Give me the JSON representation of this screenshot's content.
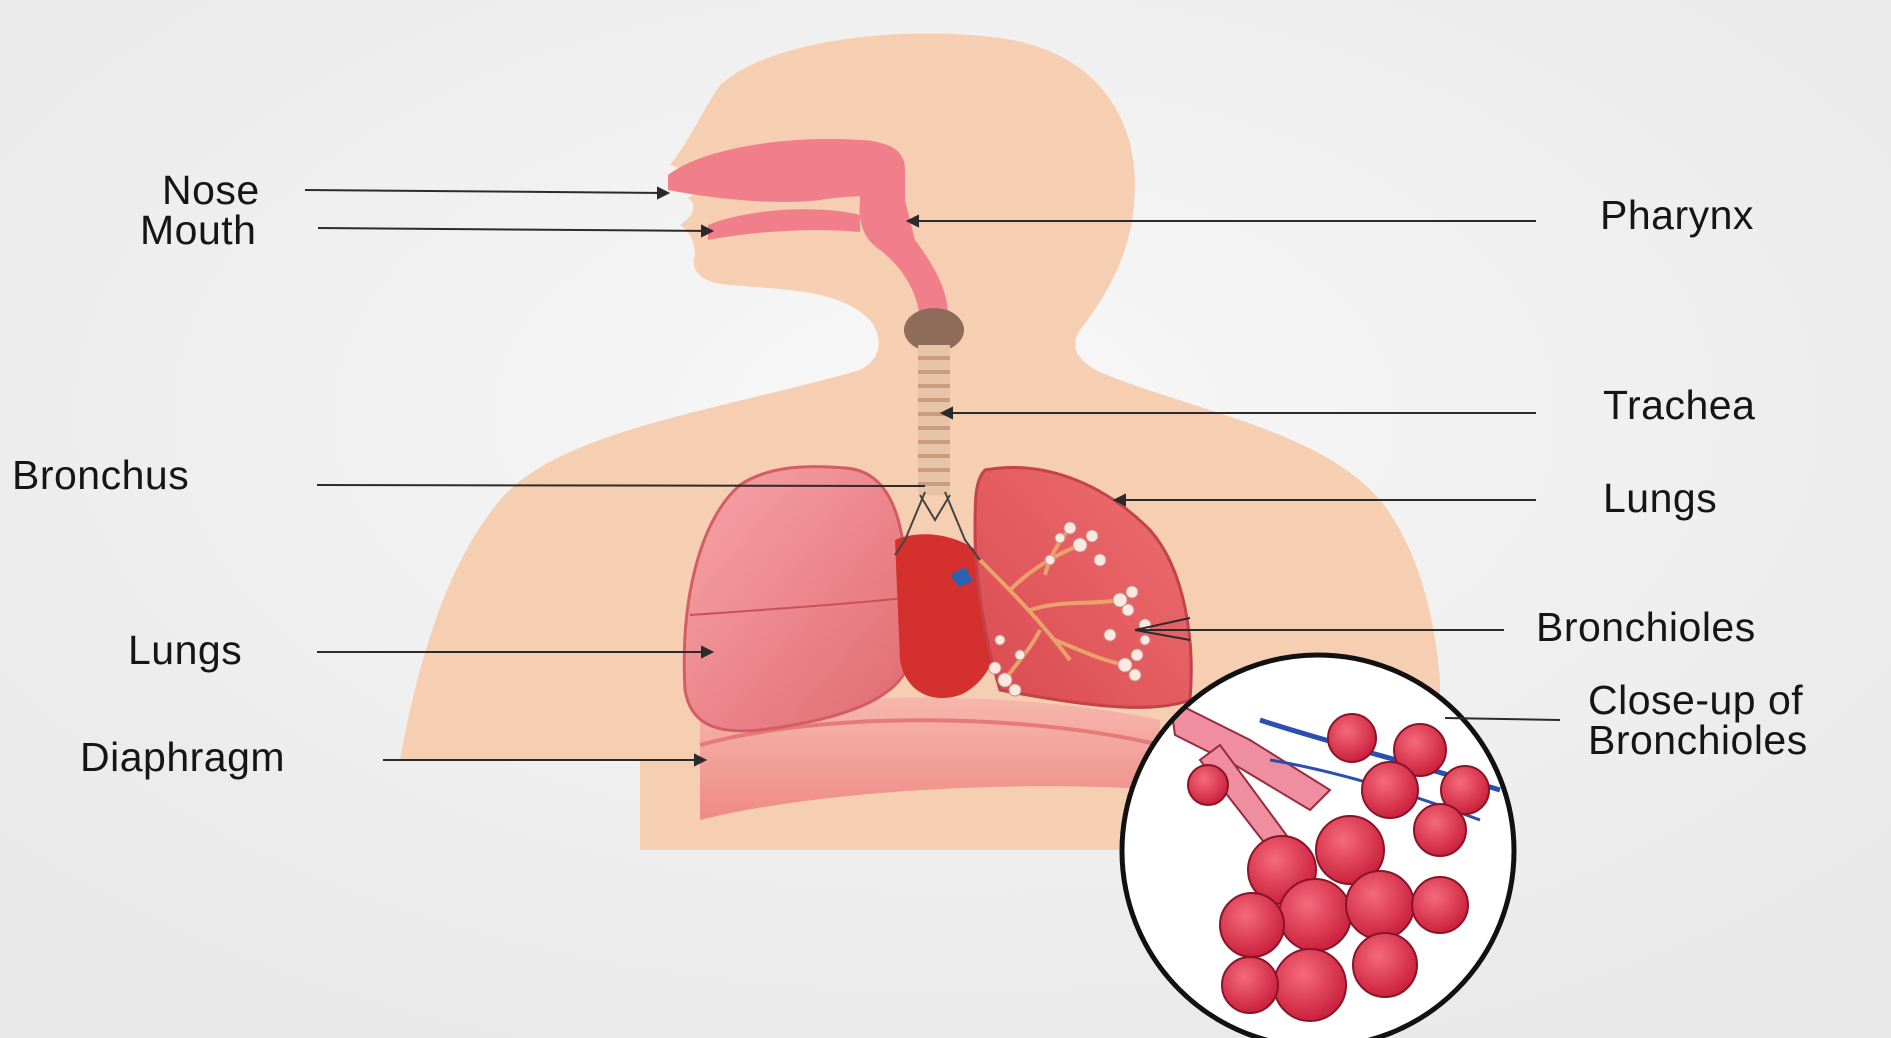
{
  "labels": {
    "nose": "Nose",
    "mouth": "Mouth",
    "bronchus": "Bronchus",
    "lungs_left": "Lungs",
    "diaphragm": "Diaphragm",
    "pharynx": "Pharynx",
    "trachea": "Trachea",
    "lungs_right": "Lungs",
    "bronchioles": "Bronchioles",
    "closeup_line1": "Close-up of",
    "closeup_line2": "Bronchioles"
  },
  "colors": {
    "background": "#f1f1f1",
    "body_skin": "#f6cfb2",
    "airway_pink": "#f07f8b",
    "lung_pink": "#f3838c",
    "lung_dark": "#e45b60",
    "heart_red": "#d4302d",
    "alveoli_red": "#e2304a",
    "label_text": "#151515",
    "leader_line": "#2b2b2b"
  }
}
